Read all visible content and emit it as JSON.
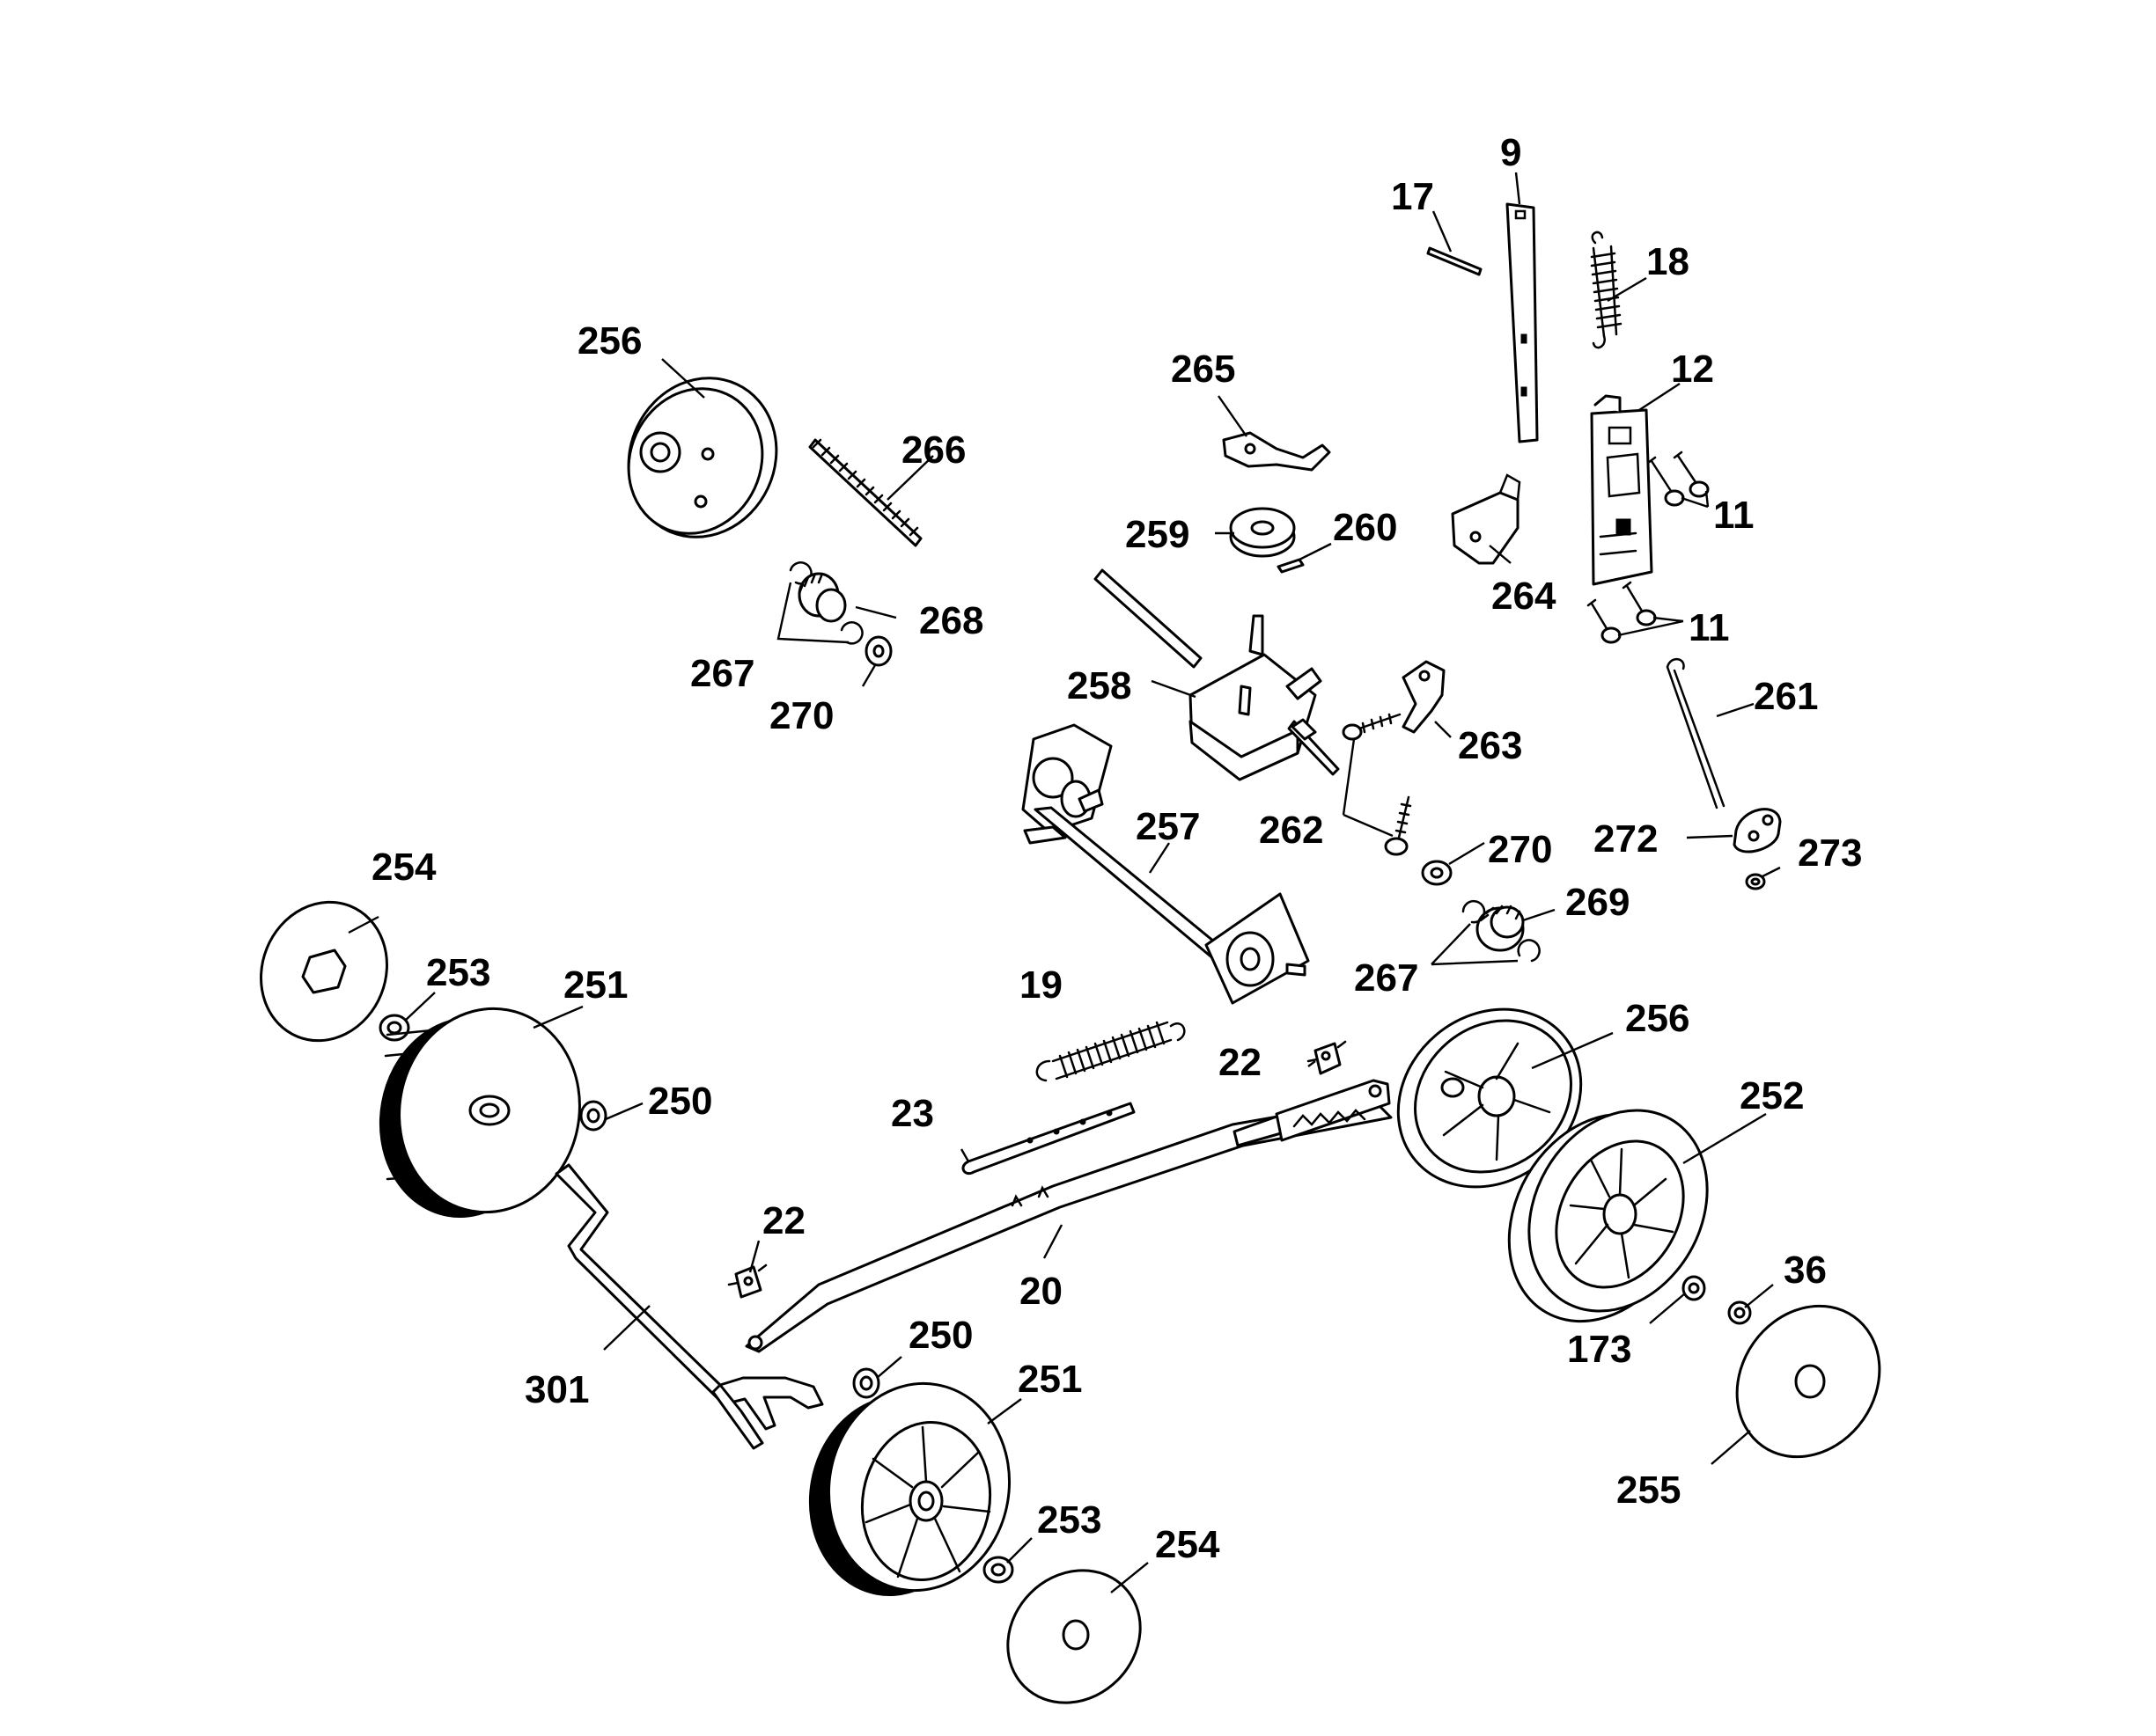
{
  "callouts": {
    "c9": "9",
    "c17": "17",
    "c18": "18",
    "c256a": "256",
    "c265": "265",
    "c12": "12",
    "c266": "266",
    "c259": "259",
    "c260": "260",
    "c11a": "11",
    "c264": "264",
    "c268": "268",
    "c11b": "11",
    "c267a": "267",
    "c270a": "270",
    "c258": "258",
    "c261": "261",
    "c263": "263",
    "c257": "257",
    "c262": "262",
    "c270b": "270",
    "c272": "272",
    "c273": "273",
    "c254a": "254",
    "c269": "269",
    "c253a": "253",
    "c251a": "251",
    "c267b": "267",
    "c19": "19",
    "c256b": "256",
    "c22a": "22",
    "c250a": "250",
    "c252": "252",
    "c23": "23",
    "c22b": "22",
    "c20": "20",
    "c36": "36",
    "c173": "173",
    "c250b": "250",
    "c301": "301",
    "c251b": "251",
    "c255": "255",
    "c253b": "253",
    "c254b": "254"
  }
}
